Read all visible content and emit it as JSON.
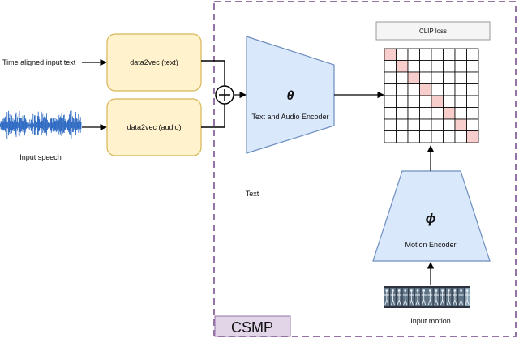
{
  "inputs": {
    "text_label": "Time aligned input text",
    "speech_label": "Input speech"
  },
  "encoders": {
    "text_module": "data2vec (text)",
    "audio_module": "data2vec (audio)"
  },
  "text_audio_encoder": {
    "symbol": "θ",
    "label": "Text and Audio Encoder"
  },
  "motion_encoder": {
    "symbol": "ϕ",
    "label": "Motion Encoder"
  },
  "clip": {
    "label": "CLIP loss",
    "grid_size": 8
  },
  "stray_text": "Text",
  "motion_input_label": "Input motion",
  "framework_label": "CSMP",
  "colors": {
    "module_fill": "#fff2cc",
    "module_stroke": "#d6b656",
    "encoder_fill": "#dae8fc",
    "encoder_stroke": "#6c8ebf",
    "framework_stroke": "#9673a6",
    "framework_fill": "#e1d5e7",
    "diag_cell": "#f8cecc",
    "diag_stroke": "#b85450",
    "waveform": "#1f5fbf"
  }
}
